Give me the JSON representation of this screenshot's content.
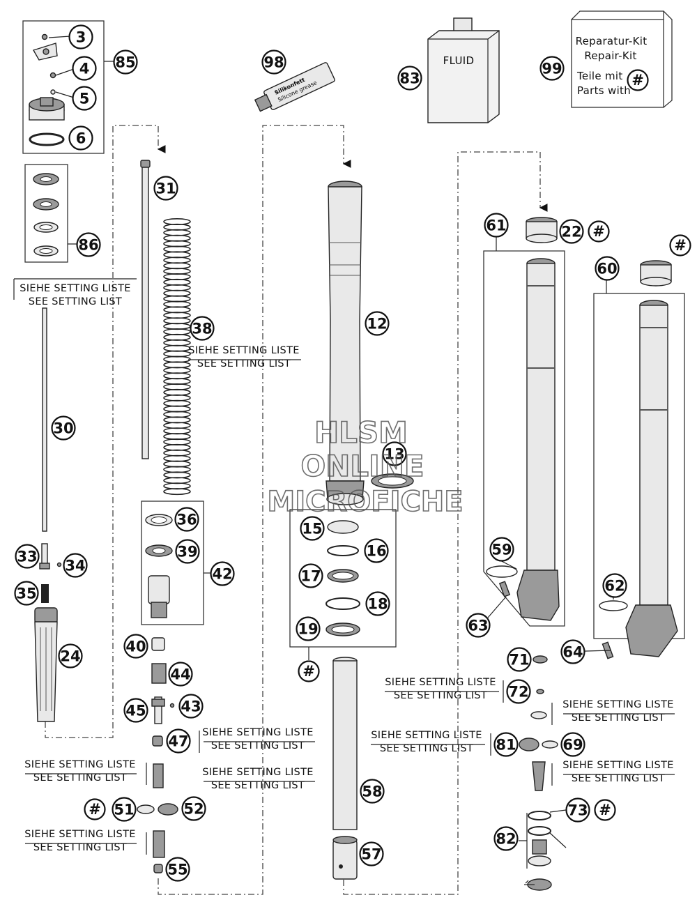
{
  "callouts": [
    "3",
    "4",
    "5",
    "6",
    "85",
    "86",
    "31",
    "38",
    "30",
    "33",
    "34",
    "35",
    "24",
    "36",
    "39",
    "42",
    "40",
    "44",
    "45",
    "43",
    "47",
    "51",
    "52",
    "55",
    "98",
    "12",
    "13",
    "15",
    "16",
    "17",
    "18",
    "19",
    "58",
    "57",
    "83",
    "99",
    "61",
    "22",
    "60",
    "59",
    "62",
    "63",
    "64",
    "71",
    "72",
    "81",
    "69",
    "73",
    "82"
  ],
  "hash_symbol": "#",
  "setting_note": {
    "de": "SIEHE SETTING LISTE",
    "en": "SEE SETTING LIST"
  },
  "fluid_label": "FLUID",
  "grease_tube": {
    "line1": "Silikonfett",
    "line2": "Silicone grease"
  },
  "repair_kit": {
    "line1": "Reparatur-Kit",
    "line2": "Repair-Kit",
    "line3": "Teile mit",
    "line4": "Parts with"
  },
  "watermark": {
    "line1": "HLSM",
    "line2": "ONLINE",
    "line3": "MICROFICHE"
  }
}
